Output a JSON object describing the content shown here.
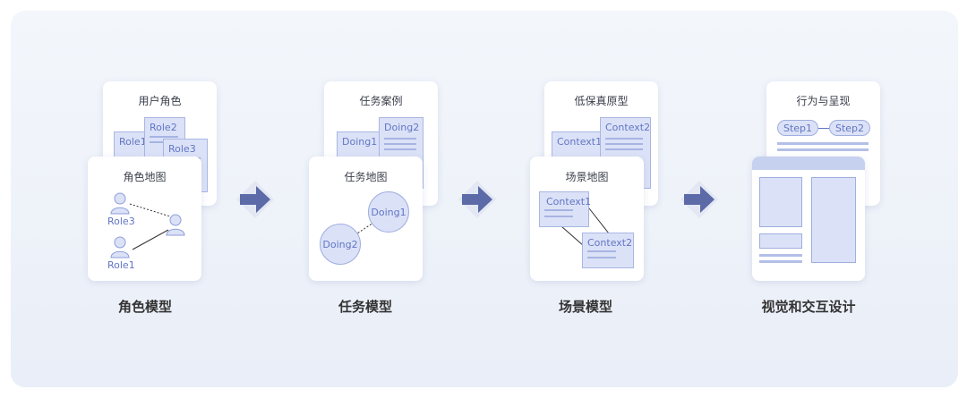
{
  "stages": [
    {
      "label": "角色模型",
      "back_card": {
        "title": "用户角色",
        "docs": [
          "Role1",
          "Role2",
          "Role3"
        ]
      },
      "front_card": {
        "title": "角色地图",
        "nodes": [
          "Role3",
          "Role1"
        ]
      }
    },
    {
      "label": "任务模型",
      "back_card": {
        "title": "任务案例",
        "docs": [
          "Doing1",
          "Doing2"
        ]
      },
      "front_card": {
        "title": "任务地图",
        "nodes": [
          "Doing1",
          "Doing2"
        ]
      }
    },
    {
      "label": "场景模型",
      "back_card": {
        "title": "低保真原型",
        "docs": [
          "Context1",
          "Context2"
        ]
      },
      "front_card": {
        "title": "场景地图",
        "nodes": [
          "Context1",
          "Context2"
        ]
      }
    },
    {
      "label": "视觉和交互设计",
      "back_card": {
        "title": "行为与呈现",
        "steps": [
          "Step1",
          "Step2"
        ]
      }
    }
  ],
  "icons": {
    "arrow": "right-arrow-icon",
    "person": "person-icon"
  },
  "colors": {
    "accent": "#5c6aa8",
    "node_fill": "#dbe2f7",
    "node_border": "#a0aee0",
    "text_accent": "#6275c4"
  }
}
